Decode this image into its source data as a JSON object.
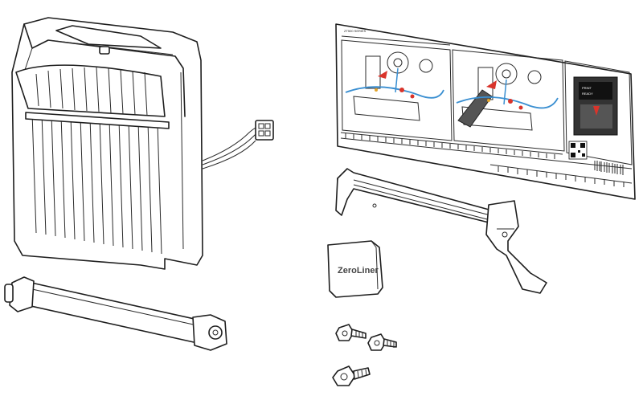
{
  "parts": {
    "pad_label": "ZeroLiner",
    "kit_label_header": "ZT500 SERIES",
    "display_label_line1": "PRINT",
    "display_label_line2": "READY"
  },
  "colors": {
    "outline": "#1e1e1e",
    "accent_blue": "#3a8fd1",
    "accent_red": "#d9342b",
    "accent_orange": "#e3a52b",
    "green_text": "#1f8a2a"
  }
}
